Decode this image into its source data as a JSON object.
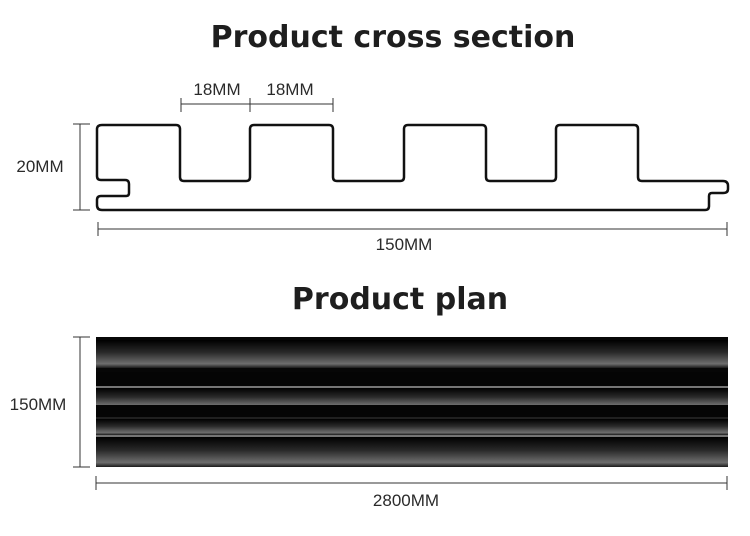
{
  "cross_section": {
    "title": "Product cross section",
    "dimensions": {
      "width_label": "150MM",
      "height_label": "20MM",
      "groove_label": "18MM",
      "rib_label": "18MM"
    }
  },
  "plan": {
    "title": "Product plan",
    "dimensions": {
      "width_label": "150MM",
      "length_label": "2800MM"
    }
  },
  "colors": {
    "outline": "#111111",
    "panel_dark": "#0a0a0a",
    "panel_highlight": "#8a8a8a",
    "dimension_line": "#333333"
  }
}
